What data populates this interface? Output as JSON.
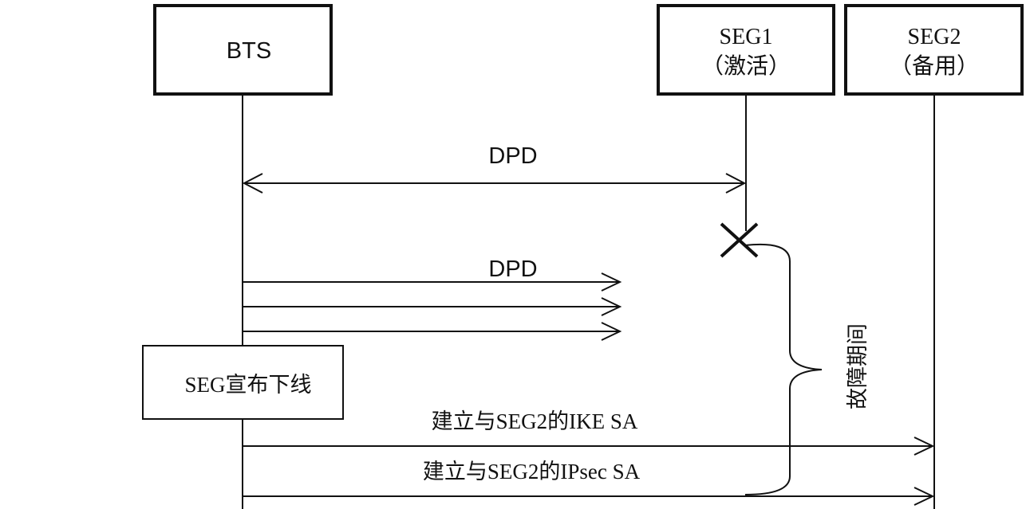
{
  "participants": {
    "bts": {
      "label": "BTS"
    },
    "seg1": {
      "name": "SEG1",
      "state": "（激活）"
    },
    "seg2": {
      "name": "SEG2",
      "state": "（备用）"
    }
  },
  "messages": {
    "dpd_exchange": "DPD",
    "dpd_retries": "DPD",
    "ike_sa": "建立与SEG2的IKE SA",
    "ipsec_sa": "建立与SEG2的IPsec SA"
  },
  "notes": {
    "seg_offline": "SEG宣布下线",
    "fault_period": "故障期间"
  },
  "colors": {
    "ink": "#111111",
    "background": "#ffffff"
  }
}
